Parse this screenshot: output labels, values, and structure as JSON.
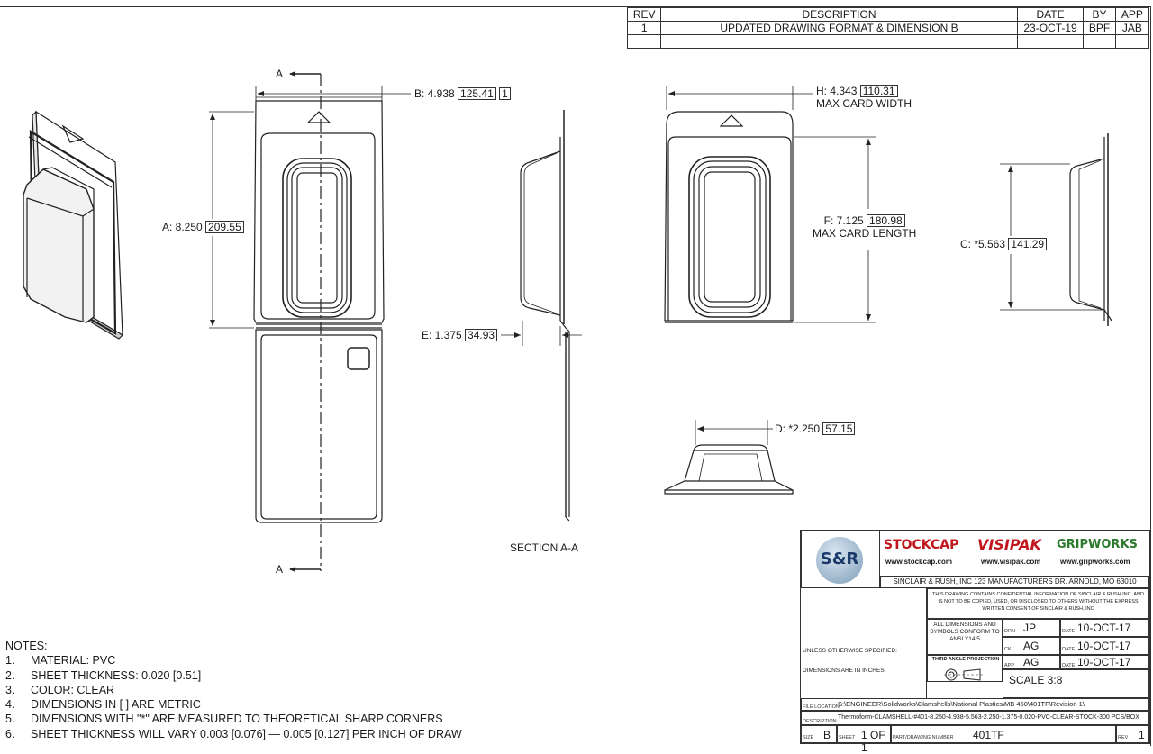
{
  "revision_table": {
    "headers": [
      "REV",
      "DESCRIPTION",
      "DATE",
      "BY",
      "APP"
    ],
    "rows": [
      {
        "rev": "1",
        "description": "UPDATED DRAWING FORMAT & DIMENSION B",
        "date": "23-OCT-19",
        "by": "BPF",
        "app": "JAB"
      }
    ]
  },
  "dimensions": {
    "a": "A: 8.250",
    "a_metric": "209.55",
    "b": "B: 4.938",
    "b_metric": "125.41",
    "b_flag": "1",
    "c": "C: *5.563",
    "c_metric": "141.29",
    "d": "D: *2.250",
    "d_metric": "57.15",
    "e": "E: 1.375",
    "e_metric": "34.93",
    "f": "F: 7.125",
    "f_metric": "180.98",
    "f_note": "MAX CARD LENGTH",
    "h": "H: 4.343",
    "h_metric": "110.31",
    "h_note": "MAX CARD WIDTH"
  },
  "section_marker": "A",
  "section_label": "SECTION A-A",
  "notes": {
    "title": "NOTES:",
    "items": [
      {
        "num": "1.",
        "text": "MATERIAL: PVC"
      },
      {
        "num": "2.",
        "text": "SHEET THICKNESS: 0.020 [0.51]"
      },
      {
        "num": "3.",
        "text": "COLOR: CLEAR"
      },
      {
        "num": "4.",
        "text": "DIMENSIONS IN [ ] ARE METRIC"
      },
      {
        "num": "5.",
        "text": "DIMENSIONS WITH \"*\" ARE MEASURED TO THEORETICAL SHARP CORNERS"
      },
      {
        "num": "6.",
        "text": "SHEET THICKNESS WILL VARY 0.003 [0.076] — 0.005 [0.127] PER INCH OF DRAW"
      }
    ]
  },
  "title_block": {
    "logo_text": "S&R",
    "brands": {
      "stockcap": "STOCKCAP",
      "stockcap_url": "www.stockcap.com",
      "visipak": "VISIPAK",
      "visipak_url": "www.visipak.com",
      "gripworks": "GRIPWORKS",
      "gripworks_url": "www.gripworks.com"
    },
    "company": "SINCLAIR & RUSH, INC 123 MANUFACTURERS DR. ARNOLD, MO 63010",
    "confidential": "THIS DRAWING CONTAINS CONFIDENTIAL INFORMATION OF SINCLAIR & RUSH INC. AND IS NOT TO BE COPIED, USED, OR DISCLOSED TO OTHERS WITHOUT THE EXPRESS WRITTEN CONSENT OF SINCLAIR & RUSH, INC",
    "unless": "UNLESS OTHERWISE SPECIFIED:",
    "inches": "DIMENSIONS ARE IN INCHES",
    "ansi": "ALL DIMENSIONS AND SYMBOLS CONFORM TO ANSI Y14.5",
    "third_angle": "THIRD ANGLE PROJECTION",
    "approvals": [
      {
        "tag": "DRN",
        "name": "JP",
        "date_tag": "DATE",
        "date": "10-OCT-17"
      },
      {
        "tag": "CK",
        "name": "AG",
        "date_tag": "DATE",
        "date": "10-OCT-17"
      },
      {
        "tag": "APP",
        "name": "AG",
        "date_tag": "DATE",
        "date": "10-OCT-17"
      }
    ],
    "scale": "SCALE 3:8",
    "file_location_tag": "FILE LOCATION",
    "file_location": "S:\\ENGINEER\\Solidworks\\Clamshells\\National Plastics\\MB 450\\401TF\\Revision 1\\",
    "description_tag": "DESCRIPTION",
    "description": "Thermoform-CLAMSHELL-#401-8.250-4.938-5.563-2.250-1.375-0.020-PVC-CLEAR-STOCK-300 PCS/BOX",
    "size_tag": "SIZE",
    "size": "B",
    "sheet_tag": "SHEET",
    "sheet": "1 OF 1",
    "drawing_number_tag": "PART/DRAWING NUMBER",
    "drawing_number": "401TF",
    "rev_tag": "REV",
    "rev": "1"
  }
}
